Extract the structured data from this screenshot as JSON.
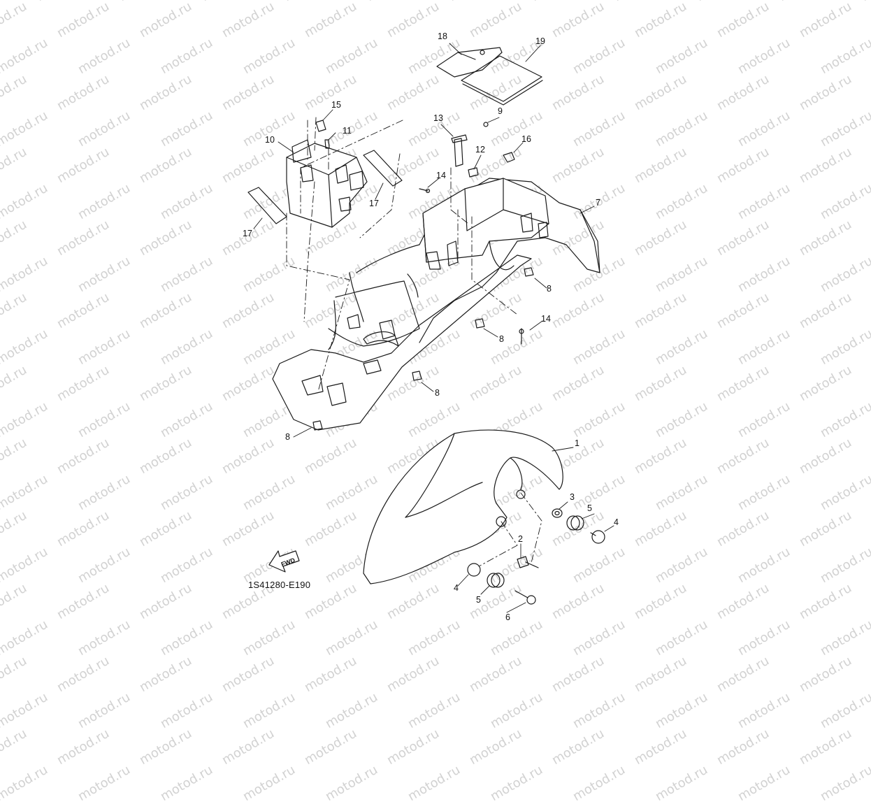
{
  "watermark": "motod.ru",
  "drawing_code": "1S41280-E190",
  "fwd_label": "FWD",
  "callouts": {
    "c1": "1",
    "c2": "2",
    "c3": "3",
    "c4a": "4",
    "c4b": "4",
    "c5a": "5",
    "c5b": "5",
    "c6": "6",
    "c7": "7",
    "c8a": "8",
    "c8b": "8",
    "c8c": "8",
    "c8d": "8",
    "c9": "9",
    "c10": "10",
    "c11": "11",
    "c12": "12",
    "c13": "13",
    "c14a": "14",
    "c14b": "14",
    "c15": "15",
    "c16": "16",
    "c17a": "17",
    "c17b": "17",
    "c18": "18",
    "c19": "19"
  },
  "colors": {
    "line": "#1a1a1a",
    "watermark": "#d2d2d2",
    "background": "#ffffff"
  }
}
